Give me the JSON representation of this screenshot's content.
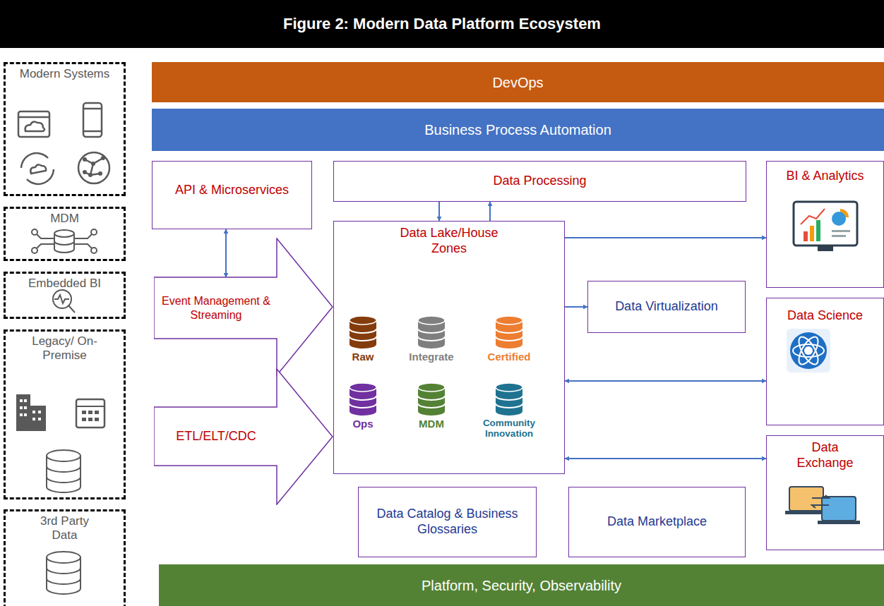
{
  "diagram": {
    "title": "Figure 2: Modern Data Platform Ecosystem",
    "nodes": [
      {
        "text": [
          "Modern Systems"
        ]
      },
      {
        "text": [
          "MDM"
        ]
      },
      {
        "text": [
          "Embedded BI"
        ]
      },
      {
        "text": [
          "Legacy/ On-Premise"
        ]
      },
      {
        "text": [
          "3rd Party Data"
        ]
      },
      {
        "text": [
          "DevOps"
        ]
      },
      {
        "text": [
          "Business Process Automation"
        ]
      },
      {
        "text": [
          "API & Microservices"
        ]
      },
      {
        "text": [
          "Data Processing"
        ]
      },
      {
        "text": [
          "BI & Analytics"
        ]
      },
      {
        "text": [
          "Data Lake/House Zones"
        ]
      },
      {
        "text": [
          "Raw"
        ],
        "in": 10
      },
      {
        "text": [
          "Integrate"
        ],
        "in": 10
      },
      {
        "text": [
          "Certified"
        ],
        "in": 10
      },
      {
        "text": [
          "Ops"
        ],
        "in": 10
      },
      {
        "text": [
          "MDM"
        ],
        "in": 10
      },
      {
        "text": [
          "Community Innovation"
        ],
        "in": 10
      },
      {
        "text": [
          "Event Management & Streaming"
        ]
      },
      {
        "text": [
          "Data Virtualization"
        ]
      },
      {
        "text": [
          "Data Science"
        ]
      },
      {
        "text": [
          "ETL/ELT/CDC"
        ]
      },
      {
        "text": [
          "Data Exchange"
        ]
      },
      {
        "text": [
          "Data Catalog & Business Glossaries"
        ]
      },
      {
        "text": [
          "Data Marketplace"
        ]
      },
      {
        "text": [
          "Platform, Security, Observability"
        ]
      }
    ],
    "edges": [
      {
        "from": 7,
        "to": 17,
        "arrow": "both"
      },
      {
        "from": 8,
        "to": 10,
        "arrow": "to"
      },
      {
        "from": 10,
        "to": 8,
        "arrow": "to"
      },
      {
        "from": 10,
        "to": 9,
        "arrow": "to"
      },
      {
        "from": 10,
        "to": 18,
        "arrow": "to"
      },
      {
        "from": 10,
        "to": 19,
        "arrow": "both"
      },
      {
        "from": 10,
        "to": 21,
        "arrow": "both"
      }
    ]
  }
}
